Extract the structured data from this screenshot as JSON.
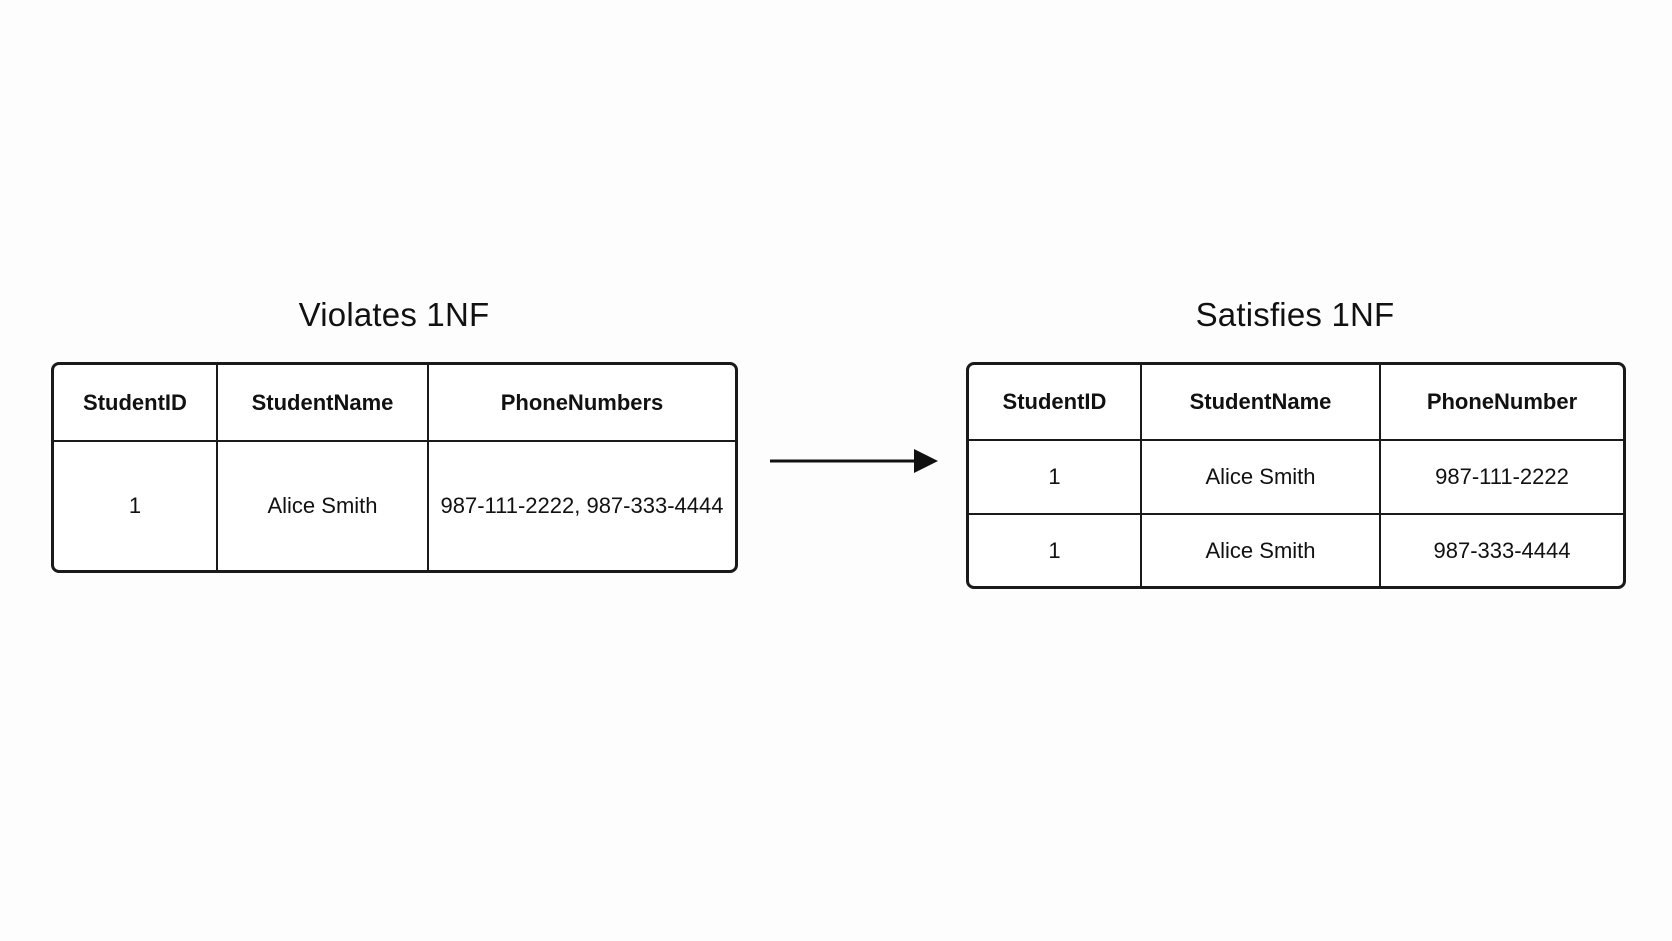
{
  "left_panel": {
    "title": "Violates 1NF",
    "columns": [
      "StudentID",
      "StudentName",
      "PhoneNumbers"
    ],
    "rows": [
      [
        "1",
        "Alice Smith",
        "987-111-2222, 987-333-4444"
      ]
    ]
  },
  "right_panel": {
    "title": "Satisfies 1NF",
    "columns": [
      "StudentID",
      "StudentName",
      "PhoneNumber"
    ],
    "rows": [
      [
        "1",
        "Alice Smith",
        "987-111-2222"
      ],
      [
        "1",
        "Alice Smith",
        "987-333-4444"
      ]
    ]
  },
  "arrow": {
    "icon": "right-arrow-icon",
    "color": "#111111"
  }
}
